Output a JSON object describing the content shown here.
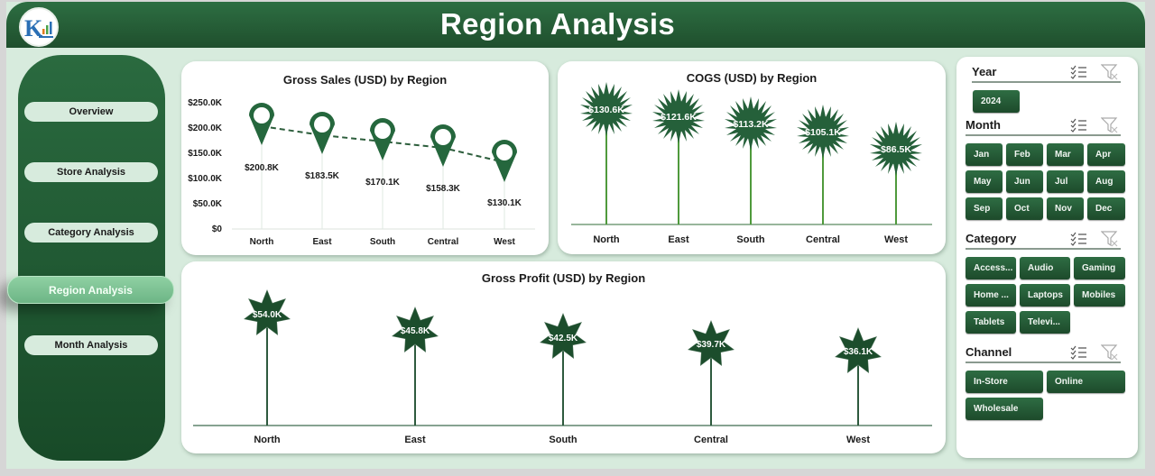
{
  "header": {
    "title": "Region Analysis"
  },
  "nav": {
    "items": [
      {
        "label": "Overview",
        "active": false
      },
      {
        "label": "Store Analysis",
        "active": false
      },
      {
        "label": "Category Analysis",
        "active": false
      },
      {
        "label": "Region Analysis",
        "active": true
      },
      {
        "label": "Month Analysis",
        "active": false
      }
    ]
  },
  "colors": {
    "primary_green": "#1f5a33",
    "header_green": "#235c36",
    "background": "#d7ebdd",
    "cogs_stem": "#4f9a3c",
    "axis_line": "#5a8a5f"
  },
  "slicers": {
    "year": {
      "label": "Year",
      "options": [
        "2024"
      ]
    },
    "month": {
      "label": "Month",
      "options": [
        "Jan",
        "Feb",
        "Mar",
        "Apr",
        "May",
        "Jun",
        "Jul",
        "Aug",
        "Sep",
        "Oct",
        "Nov",
        "Dec"
      ]
    },
    "category": {
      "label": "Category",
      "options": [
        "Access...",
        "Audio",
        "Gaming",
        "Home ...",
        "Laptops",
        "Mobiles",
        "Tablets",
        "Televi..."
      ]
    },
    "channel": {
      "label": "Channel",
      "options": [
        "In-Store",
        "Online",
        "Wholesale"
      ]
    }
  },
  "chart_data": [
    {
      "type": "line",
      "title": "Gross Sales (USD) by Region",
      "categories": [
        "North",
        "East",
        "South",
        "Central",
        "West"
      ],
      "values": [
        200.8,
        183.5,
        170.1,
        158.3,
        130.1
      ],
      "labels": [
        "$200.8K",
        "$183.5K",
        "$170.1K",
        "$158.3K",
        "$130.1K"
      ],
      "yticks": [
        "$0",
        "$50.0K",
        "$100.0K",
        "$150.0K",
        "$200.0K",
        "$250.0K"
      ],
      "ylim": [
        0,
        250
      ],
      "unit": "K USD",
      "xlabel": "",
      "ylabel": "",
      "marker": "map-pin",
      "trendline": "dashed"
    },
    {
      "type": "bar",
      "title": "COGS (USD) by Region",
      "categories": [
        "North",
        "East",
        "South",
        "Central",
        "West"
      ],
      "values": [
        130.6,
        121.6,
        113.2,
        105.1,
        86.5
      ],
      "labels": [
        "$130.6K",
        "$121.6K",
        "$113.2K",
        "$105.1K",
        "$86.5K"
      ],
      "unit": "K USD",
      "xlabel": "",
      "ylabel": "",
      "style": "lollipop-starburst"
    },
    {
      "type": "bar",
      "title": "Gross Profit (USD) by Region",
      "categories": [
        "North",
        "East",
        "South",
        "Central",
        "West"
      ],
      "values": [
        54.0,
        45.8,
        42.5,
        39.7,
        36.1
      ],
      "labels": [
        "$54.0K",
        "$45.8K",
        "$42.5K",
        "$39.7K",
        "$36.1K"
      ],
      "unit": "K USD",
      "xlabel": "",
      "ylabel": "",
      "style": "lollipop-star"
    }
  ]
}
